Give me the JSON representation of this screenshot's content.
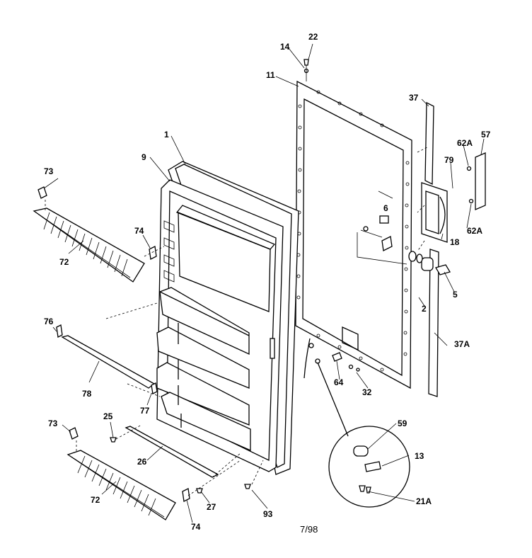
{
  "diagram": {
    "footer": "7/98",
    "labels": {
      "l1": "1",
      "l2": "2",
      "l5": "5",
      "l6": "6",
      "l9": "9",
      "l11": "11",
      "l13": "13",
      "l14": "14",
      "l18": "18",
      "l21a": "21A",
      "l22": "22",
      "l25": "25",
      "l26": "26",
      "l27": "27",
      "l32": "32",
      "l37": "37",
      "l37a": "37A",
      "l57": "57",
      "l59": "59",
      "l62a_top": "62A",
      "l62a_bot": "62A",
      "l64": "64",
      "l72_top": "72",
      "l72_bot": "72",
      "l73_top": "73",
      "l73_bot": "73",
      "l74_top": "74",
      "l74_bot": "74",
      "l76": "76",
      "l77": "77",
      "l78": "78",
      "l79": "79",
      "l93": "93"
    }
  }
}
